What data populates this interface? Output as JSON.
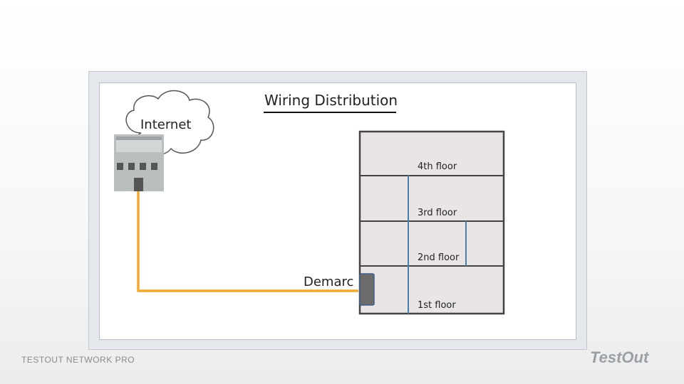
{
  "diagram": {
    "title": "Wiring Distribution",
    "internet_label": "Internet",
    "demarc_label": "Demarc",
    "floors": [
      {
        "label": "4th floor"
      },
      {
        "label": "3rd floor"
      },
      {
        "label": "2nd floor"
      },
      {
        "label": "1st floor"
      }
    ]
  },
  "footer": {
    "left_text": "TESTOUT NETWORK PRO",
    "brand": "TestOut"
  },
  "colors": {
    "cable_orange": "#f0a830",
    "riser_blue": "#4a7fb0",
    "building_fill": "#e9e5e5",
    "building_stroke": "#444444",
    "isp_gray": "#b7bcbd",
    "demarc_gray": "#6b6b6b"
  },
  "icons": [
    "cloud-icon",
    "isp-building-icon",
    "demarc-box-icon"
  ]
}
